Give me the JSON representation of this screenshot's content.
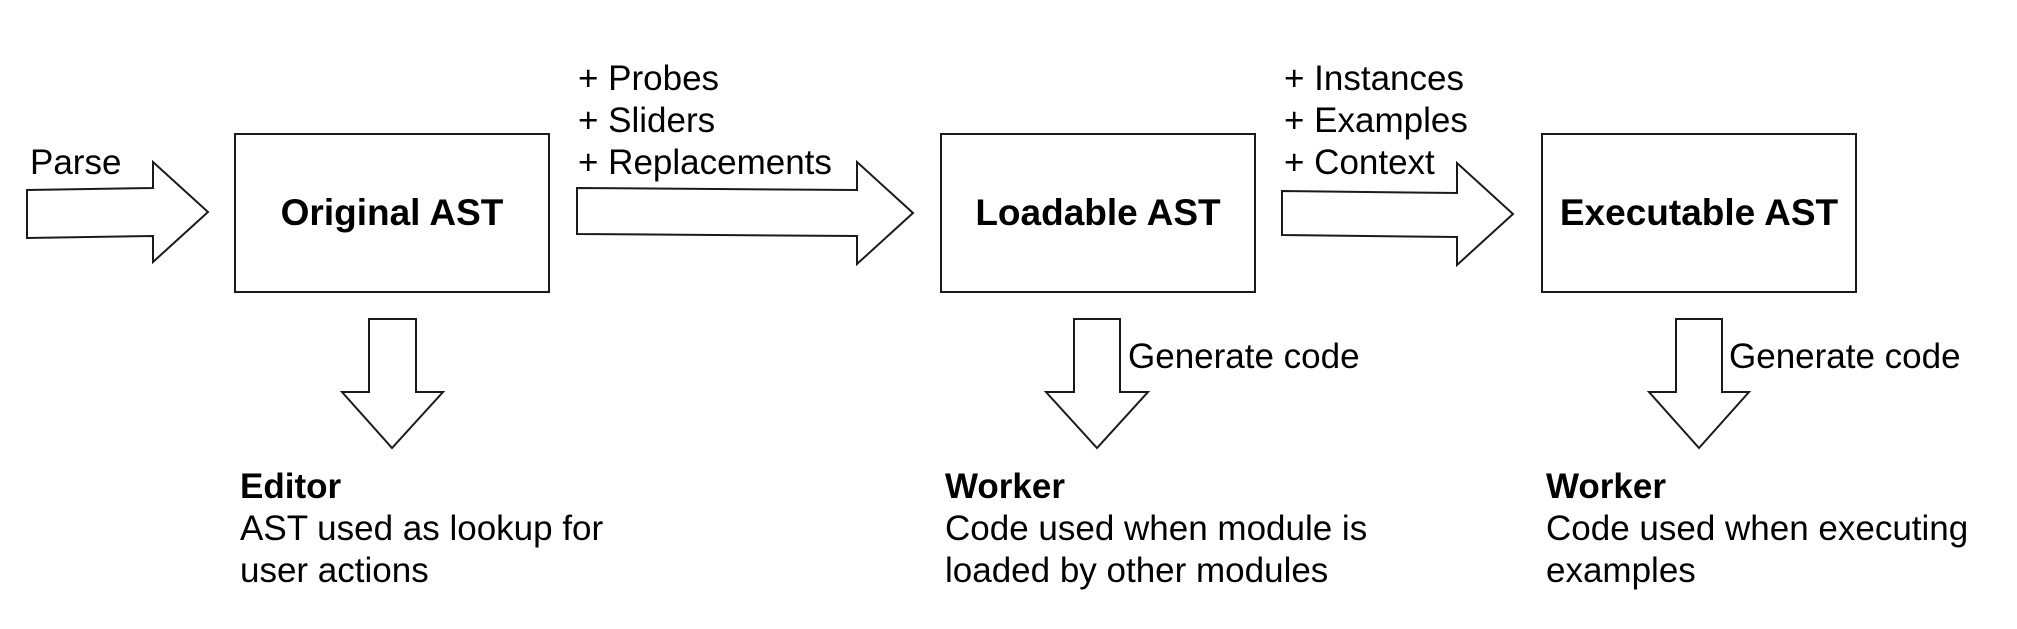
{
  "pipeline": {
    "parse_label": "Parse",
    "stages": [
      {
        "title": "Original AST"
      },
      {
        "title": "Loadable AST"
      },
      {
        "title": "Executable AST"
      }
    ],
    "transitions": [
      {
        "additions": [
          "+ Probes",
          "+ Sliders",
          "+ Replacements"
        ]
      },
      {
        "additions": [
          "+ Instances",
          "+ Examples",
          "+ Context"
        ]
      }
    ],
    "outputs": [
      {
        "step_label": "",
        "consumer": "Editor",
        "description": [
          "AST used as lookup for",
          "user actions"
        ]
      },
      {
        "step_label": "Generate code",
        "consumer": "Worker",
        "description": [
          "Code used when module is",
          "loaded by other modules"
        ]
      },
      {
        "step_label": "Generate code",
        "consumer": "Worker",
        "description": [
          "Code used when executing",
          "examples"
        ]
      }
    ]
  }
}
